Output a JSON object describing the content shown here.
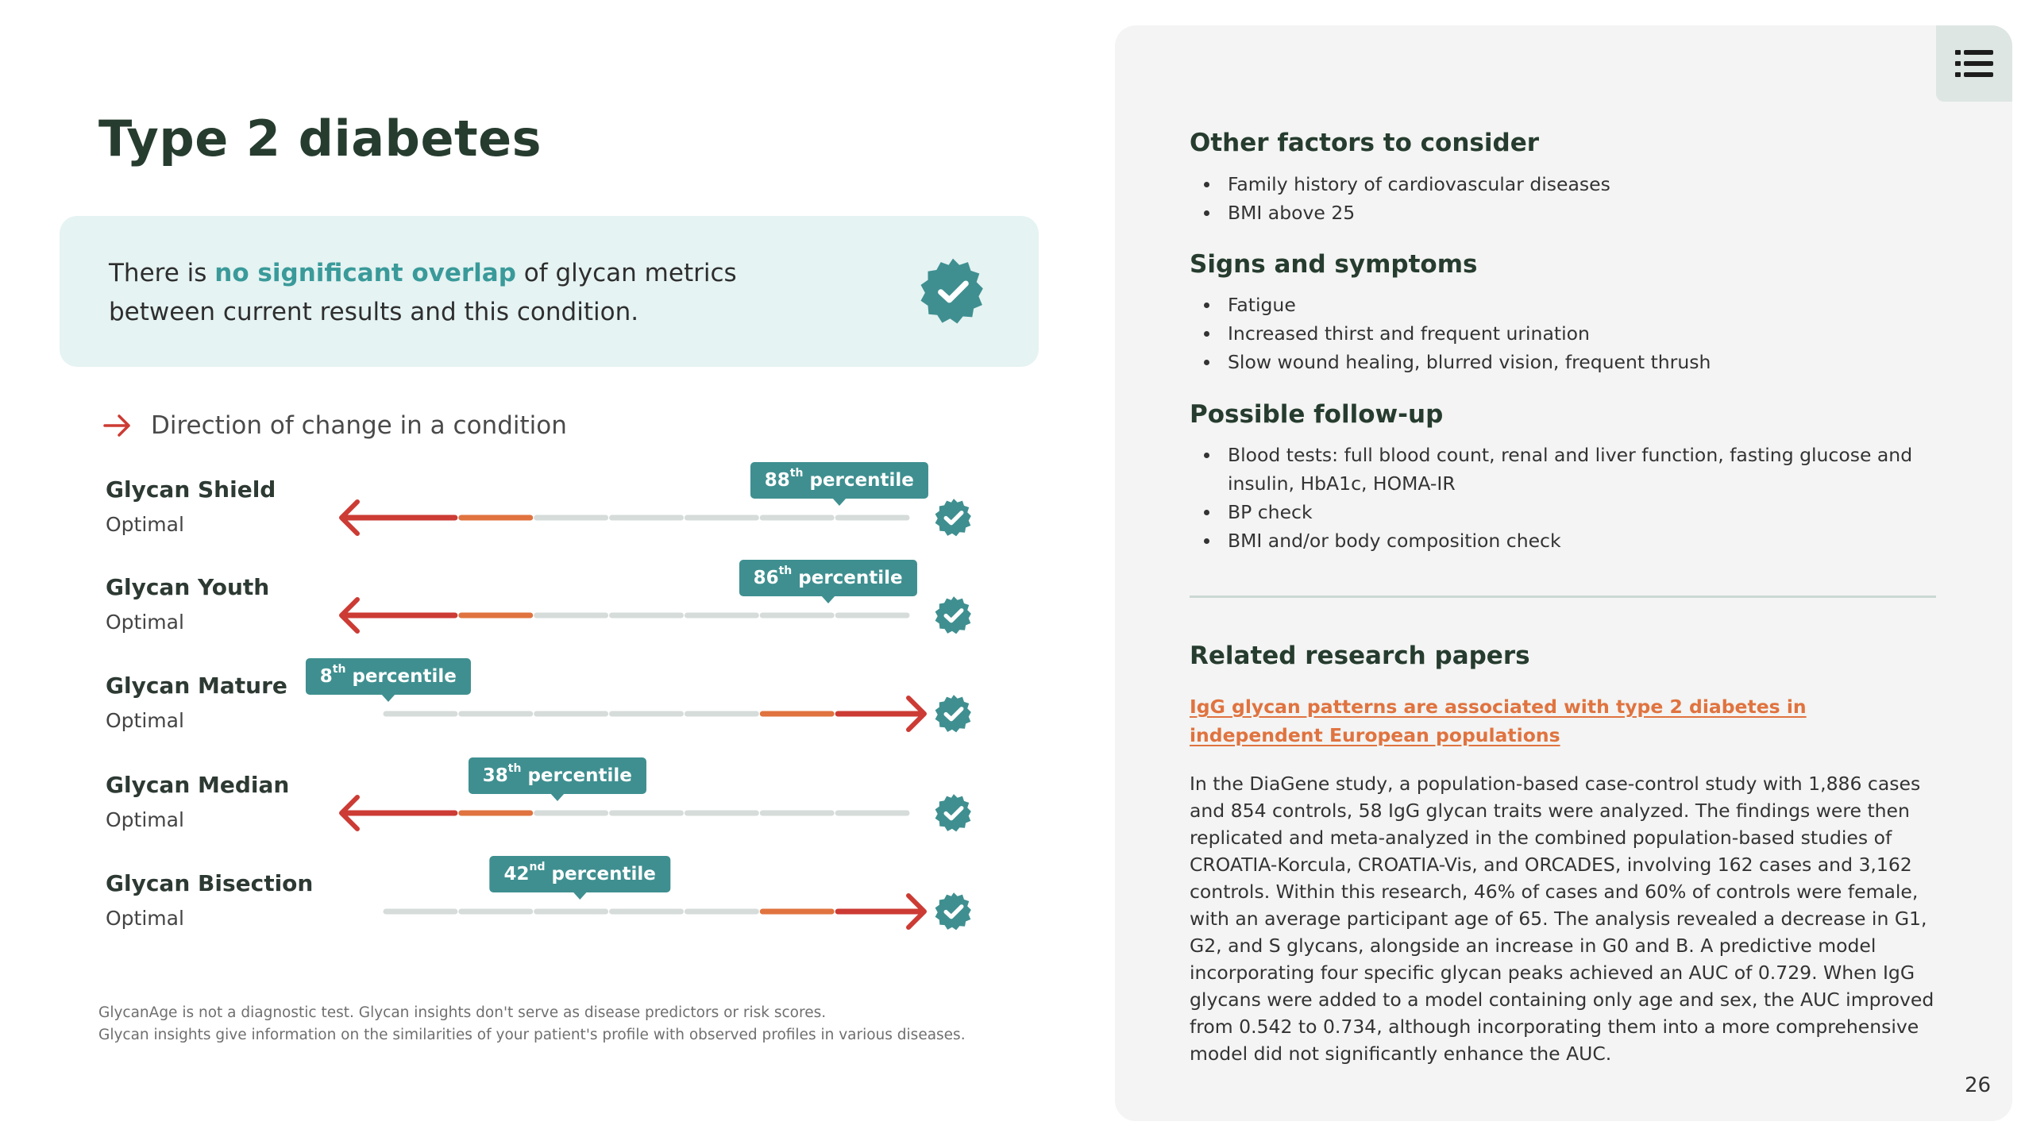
{
  "page": {
    "title": "Type 2 diabetes",
    "page_number": "26"
  },
  "status": {
    "text_before": "There is ",
    "highlight": "no significant overlap",
    "text_after": " of glycan metrics between current results and this condition.",
    "badge_icon": "verified-check-badge-icon"
  },
  "legend": {
    "icon": "arrow-right-icon",
    "label": "Direction of change in a condition"
  },
  "colors": {
    "accent_teal": "#3f8f90",
    "red": "#cc3b34",
    "orange": "#e0733f",
    "neutral": "#d6dcd9",
    "title_green": "#263c2f"
  },
  "metrics": [
    {
      "name": "Glycan Shield",
      "status": "Optimal",
      "percentile": 88,
      "suffix": "th",
      "percentile_word": "percentile",
      "direction": "left"
    },
    {
      "name": "Glycan Youth",
      "status": "Optimal",
      "percentile": 86,
      "suffix": "th",
      "percentile_word": "percentile",
      "direction": "left"
    },
    {
      "name": "Glycan Mature",
      "status": "Optimal",
      "percentile": 8,
      "suffix": "th",
      "percentile_word": "percentile",
      "direction": "right"
    },
    {
      "name": "Glycan Median",
      "status": "Optimal",
      "percentile": 38,
      "suffix": "th",
      "percentile_word": "percentile",
      "direction": "left"
    },
    {
      "name": "Glycan Bisection",
      "status": "Optimal",
      "percentile": 42,
      "suffix": "nd",
      "percentile_word": "percentile",
      "direction": "right"
    }
  ],
  "disclaimer": {
    "line1": "GlycanAge is not a diagnostic test. Glycan insights don't serve as disease predictors or risk scores.",
    "line2": "Glycan insights give information on the similarities of your patient's profile with observed profiles in various diseases."
  },
  "side_panel": {
    "menu_icon": "list-menu-icon",
    "other_factors": {
      "title": "Other factors to consider",
      "items": [
        "Family history of cardiovascular diseases",
        "BMI above 25"
      ]
    },
    "signs": {
      "title": "Signs and symptoms",
      "items": [
        "Fatigue",
        "Increased thirst and frequent urination",
        "Slow wound healing, blurred vision, frequent thrush"
      ]
    },
    "followup": {
      "title": "Possible follow-up",
      "items": [
        "Blood tests: full blood count, renal and liver function, fasting glucose and insulin, HbA1c, HOMA-IR",
        "BP check",
        "BMI and/or body composition check"
      ]
    },
    "research": {
      "title": "Related research papers",
      "link_text": "IgG glycan patterns are associated with type 2 diabetes in independent European populations",
      "body": "In the DiaGene study, a population-based case-control study with 1,886 cases and 854 controls, 58 IgG glycan traits were analyzed. The findings were then replicated and meta-analyzed in the combined population-based studies of CROATIA-Korcula, CROATIA-Vis, and ORCADES, involving 162 cases and 3,162 controls. Within this research, 46% of cases and 60% of controls were female, with an average participant age of 65. The analysis revealed a decrease in G1, G2, and S glycans, alongside an increase in G0 and B. A predictive model incorporating four specific glycan peaks achieved an AUC of 0.729. When IgG glycans were added to a model containing only age and sex, the AUC improved from 0.542 to 0.734, although incorporating them into a more comprehensive model did not significantly enhance the AUC."
    }
  }
}
